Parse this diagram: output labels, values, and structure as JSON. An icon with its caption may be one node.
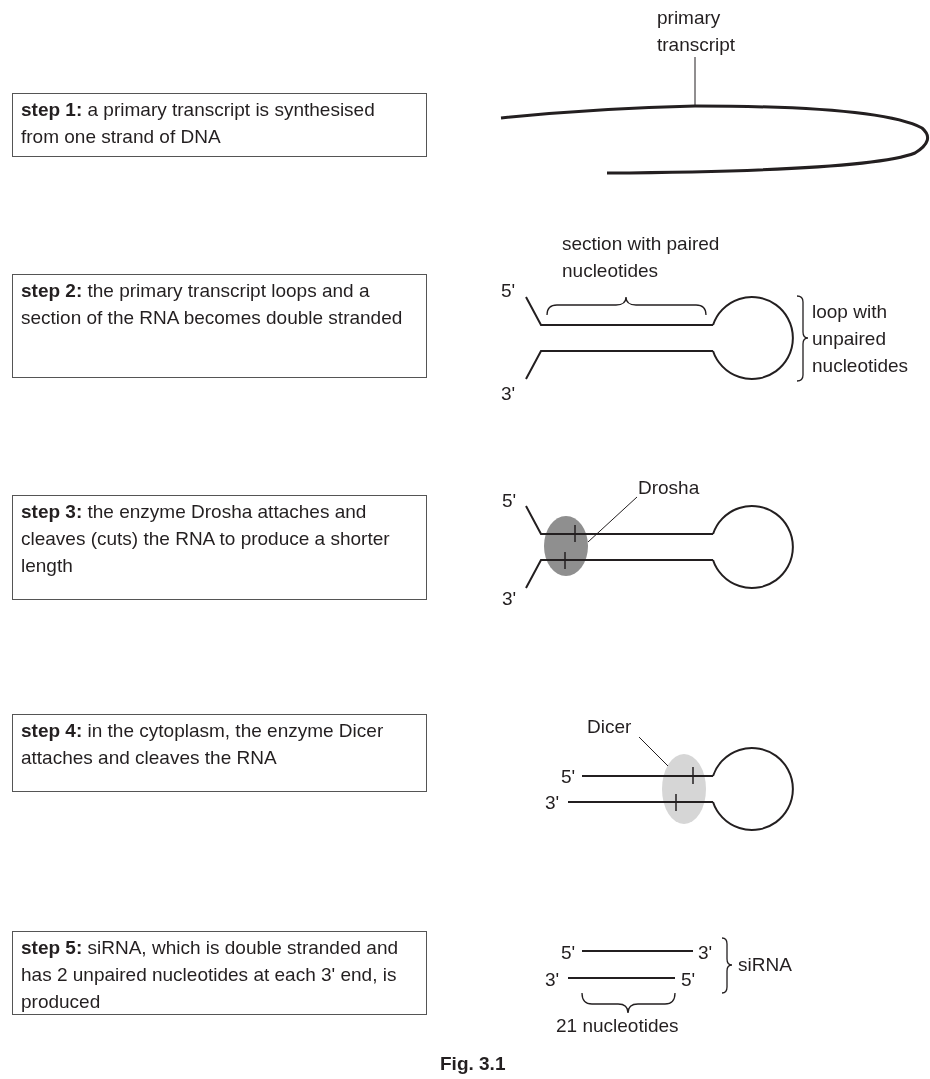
{
  "diagram": {
    "caption": "Fig. 3.1",
    "nodes": [
      {
        "text": [
          "**step 1:** a primary transcript is synthesised from one strand of DNA"
        ]
      },
      {
        "text": [
          "**step 2:** the primary transcript loops and a section of the RNA becomes double stranded"
        ]
      },
      {
        "text": [
          "**step 3:** the enzyme Drosha attaches and cleaves (cuts) the RNA to produce a shorter length"
        ]
      },
      {
        "text": [
          "**step 4:** in the cytoplasm, the enzyme Dicer attaches and cleaves the RNA"
        ]
      },
      {
        "text": [
          "**step 5:** siRNA, which is double stranded and has 2 unpaired nucleotides at each 3' end, is produced"
        ]
      },
      {
        "text": [
          "primary transcript"
        ]
      },
      {
        "text": [],
        "shape": "line"
      },
      {
        "text": [
          "Drosha"
        ]
      },
      {
        "text": [],
        "shape": "ellipse"
      },
      {
        "text": [
          "Dicer"
        ]
      },
      {
        "text": [],
        "shape": "ellipse"
      }
    ],
    "edges": [
      {
        "from": 5,
        "to": 6,
        "arrow": "none"
      },
      {
        "from": 7,
        "to": 8,
        "arrow": "none"
      },
      {
        "from": 9,
        "to": 10,
        "arrow": "none"
      }
    ],
    "labels": [
      "section with paired nucleotides",
      "5'",
      "loop with unpaired nucleotides",
      "3'",
      "5'",
      "3'",
      "5'",
      "3'",
      "5'",
      "3'",
      "siRNA",
      "3'",
      "5'",
      "21 nucleotides"
    ]
  }
}
